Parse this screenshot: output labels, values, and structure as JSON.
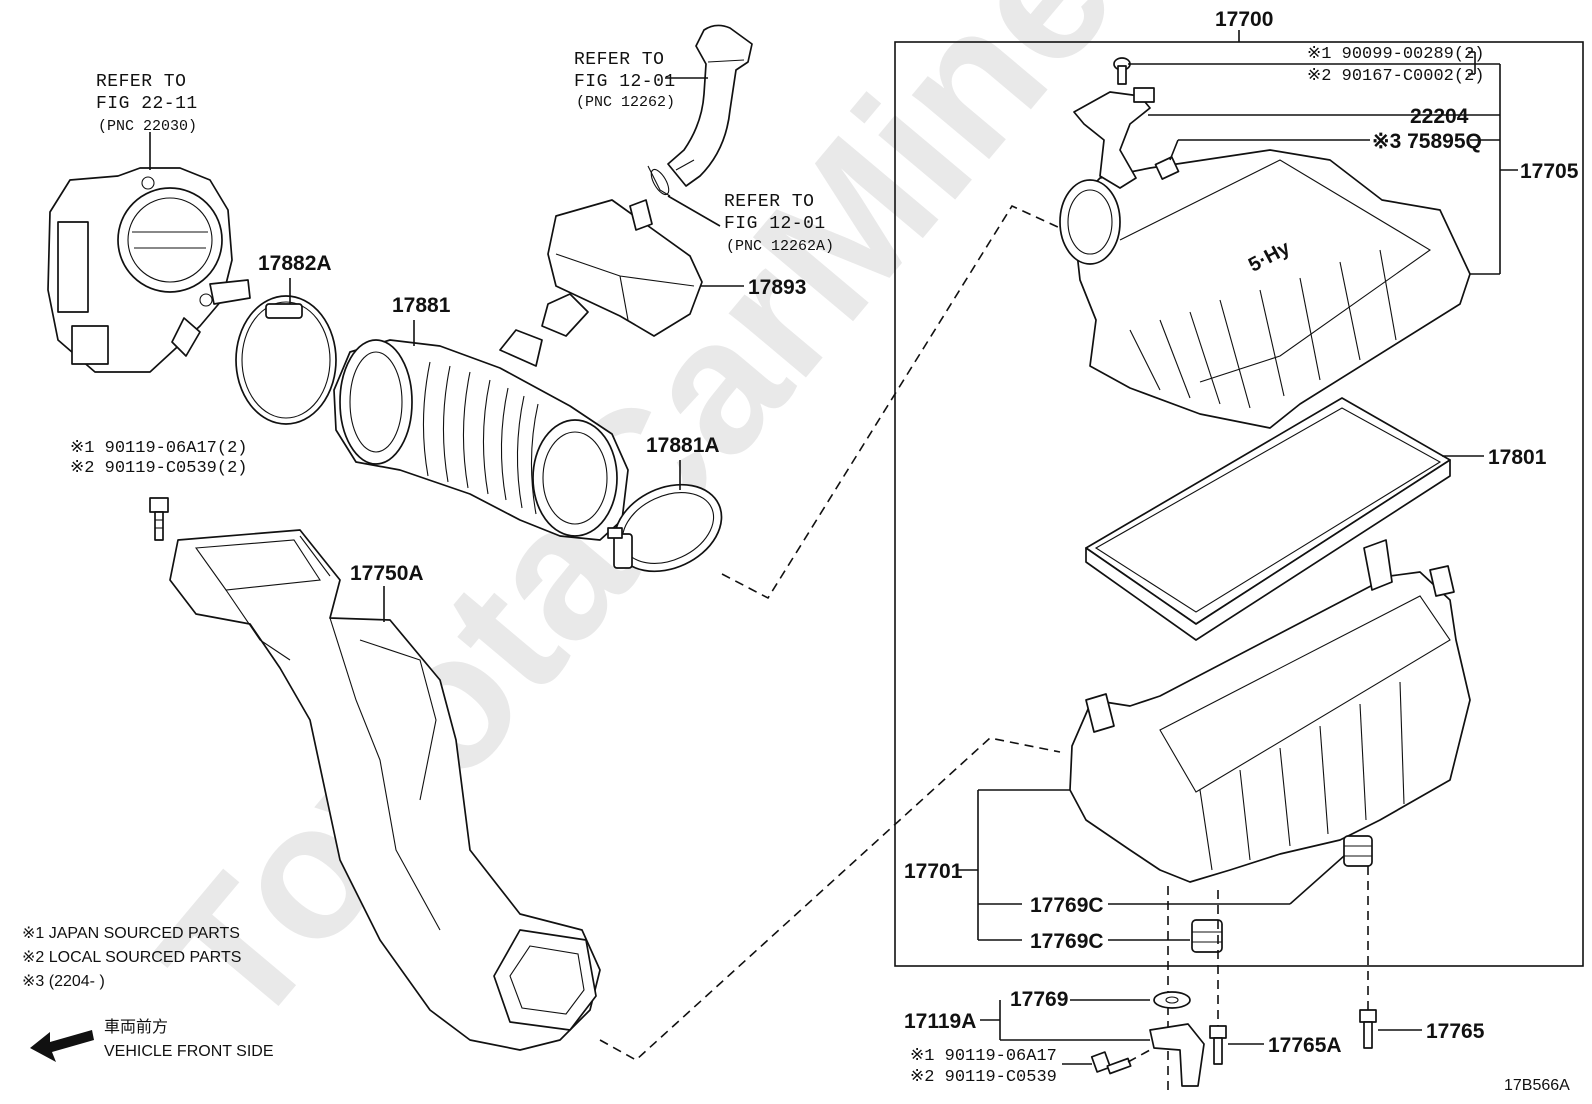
{
  "diagram": {
    "watermark": "ToyotaCarMine.ru",
    "figure_code": "17B566A",
    "refs": {
      "ref1_line1": "REFER TO",
      "ref1_line2": "FIG 22-11",
      "ref1_line3": "(PNC 22030)",
      "ref2_line1": "REFER TO",
      "ref2_line2": "FIG 12-01",
      "ref2_line3": "(PNC 12262)",
      "ref3_line1": "REFER TO",
      "ref3_line2": "FIG 12-01",
      "ref3_line3": "(PNC 12262A)"
    },
    "parts": {
      "p17700": "17700",
      "p17705": "17705",
      "p22204": "22204",
      "p75895q": "※3 75895Q",
      "p90099": "※1 90099-00289(2)",
      "p90167": "※2 90167-C0002(2)",
      "p17801": "17801",
      "p17882a": "17882A",
      "p17881": "17881",
      "p17893": "17893",
      "p17881a": "17881A",
      "p17750a": "17750A",
      "bolt_a1": "※1 90119-06A17(2)",
      "bolt_a2": "※2 90119-C0539(2)",
      "p17701": "17701",
      "p17769c_1": "17769C",
      "p17769c_2": "17769C",
      "p17119a": "17119A",
      "p17769": "17769",
      "p17765a": "17765A",
      "p17765": "17765",
      "bolt_b1": "※1 90119-06A17",
      "bolt_b2": "※2 90119-C0539"
    },
    "notes": {
      "n1": "※1 JAPAN SOURCED PARTS",
      "n2": "※2 LOCAL SOURCED PARTS",
      "n3": "※3 (2204-      )"
    },
    "direction": {
      "jp": "車両前方",
      "en": "VEHICLE FRONT SIDE",
      "arrow_icon": "left-arrow-icon"
    }
  }
}
